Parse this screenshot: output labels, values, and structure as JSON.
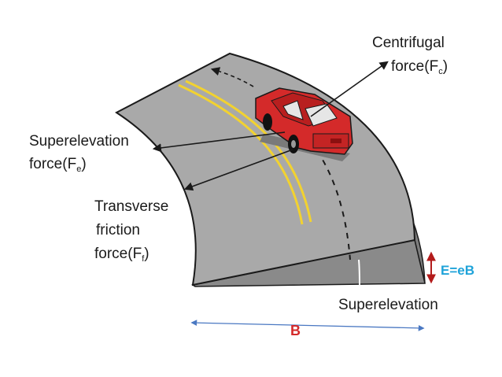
{
  "labels": {
    "centrifugal_line1": "Centrifugal",
    "centrifugal_line2": "force(F",
    "centrifugal_sub": "c",
    "centrifugal_close": ")",
    "superelevation_force_line1": "Superelevation",
    "superelevation_force_line2": "force(F",
    "superelevation_force_sub": "e",
    "superelevation_force_close": ")",
    "transverse_line1": "Transverse",
    "transverse_line2": "friction",
    "transverse_line3": "force(F",
    "transverse_sub": "f",
    "transverse_close": ")",
    "superelevation": "Superelevation",
    "e_formula": "E=eB",
    "width_label": "B"
  },
  "colors": {
    "road_surface": "#a9a9a9",
    "road_side": "#7d7d7d",
    "road_shadow": "#8a8a8a",
    "outline": "#1a1a1a",
    "center_line": "#f2d230",
    "car_body": "#d42a2a",
    "arrow_red": "#b31b1b",
    "formula_blue": "#1fa3d9",
    "dimension_blue": "#4a78c2"
  }
}
